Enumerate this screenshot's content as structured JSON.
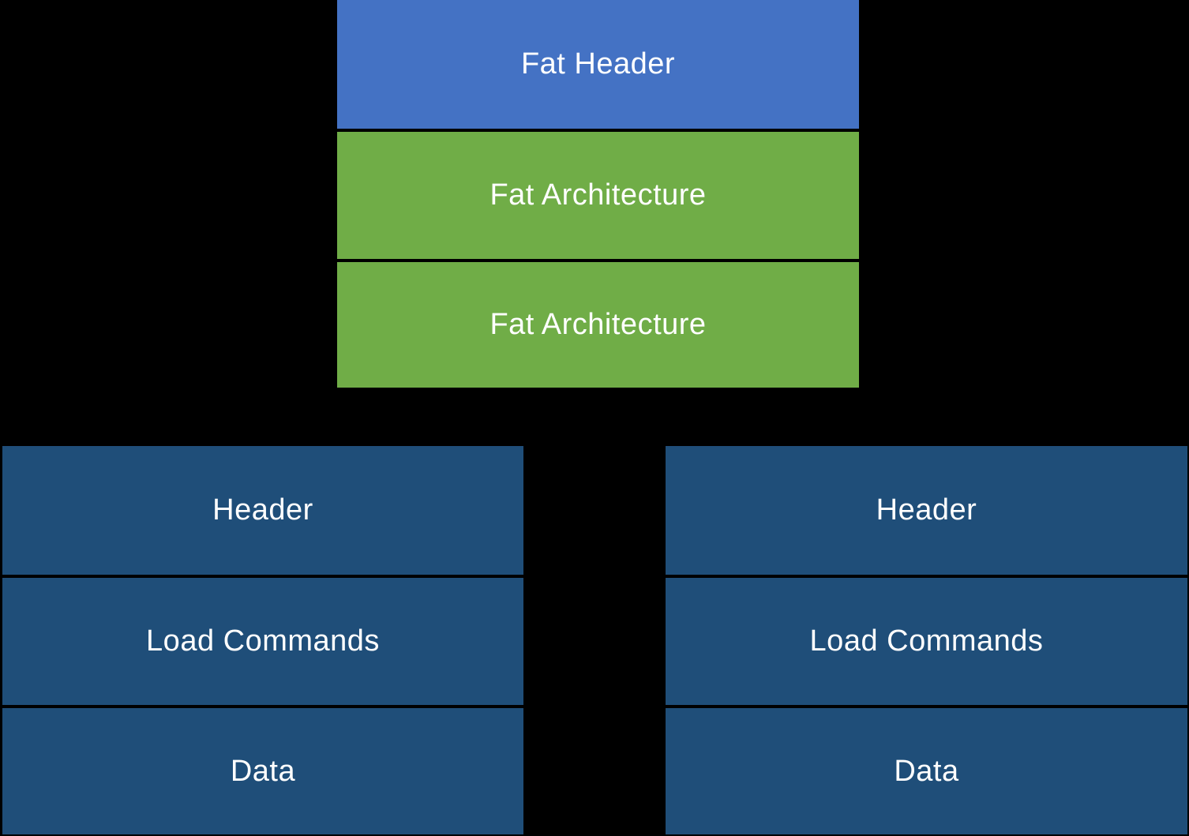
{
  "diagram": {
    "description_colors": {
      "background": "#000000",
      "fat_header_fill": "#4472C4",
      "fat_architecture_fill": "#70AD47",
      "macho_section_fill": "#1F4E79",
      "text": "#FFFFFF"
    },
    "fat_binary": {
      "rows": [
        {
          "label": "Fat Header"
        },
        {
          "label": "Fat Architecture"
        },
        {
          "label": "Fat Architecture"
        }
      ]
    },
    "macho_left": {
      "rows": [
        {
          "label": "Header"
        },
        {
          "label": "Load Commands"
        },
        {
          "label": "Data"
        }
      ]
    },
    "macho_right": {
      "rows": [
        {
          "label": "Header"
        },
        {
          "label": "Load Commands"
        },
        {
          "label": "Data"
        }
      ]
    }
  }
}
